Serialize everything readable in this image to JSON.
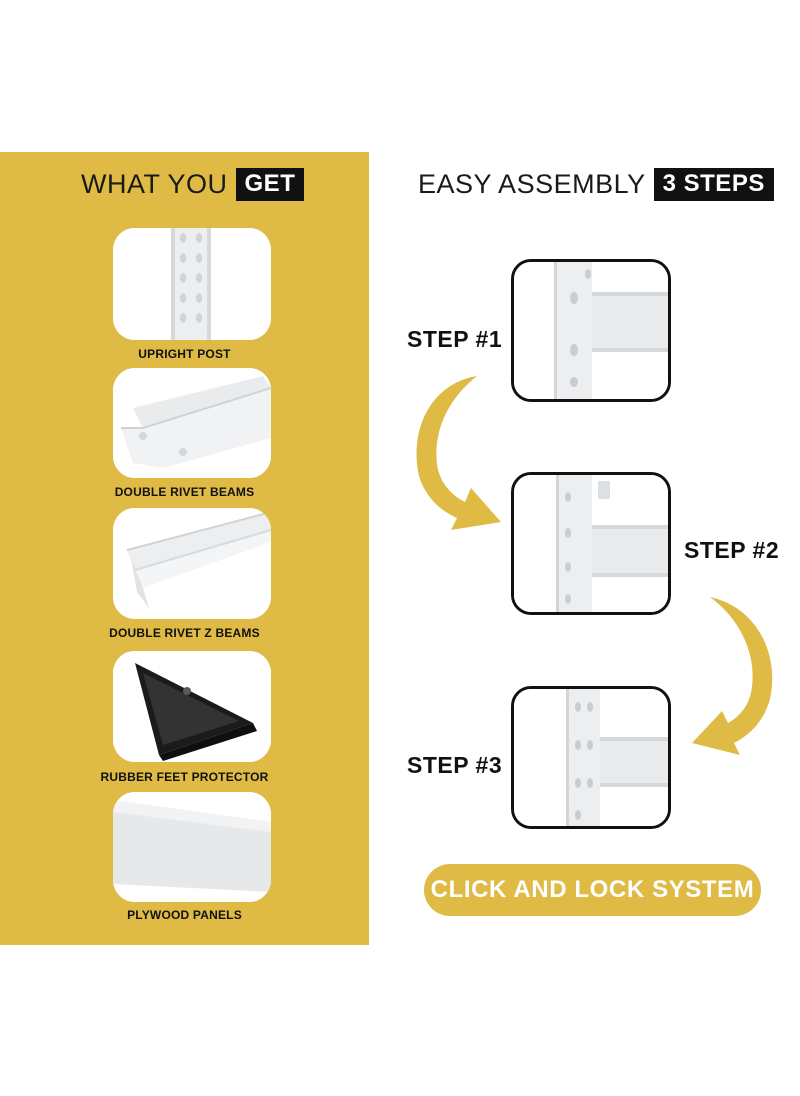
{
  "what_you_get": {
    "title_plain": "WHAT YOU",
    "title_badge": "GET",
    "items": [
      {
        "label": "UPRIGHT POST"
      },
      {
        "label": "DOUBLE RIVET BEAMS"
      },
      {
        "label": "DOUBLE RIVET Z BEAMS"
      },
      {
        "label": "RUBBER FEET PROTECTOR"
      },
      {
        "label": "PLYWOOD PANELS"
      }
    ]
  },
  "assembly": {
    "title_plain": "EASY ASSEMBLY",
    "title_badge": "3 STEPS",
    "steps": [
      {
        "label": "STEP #1"
      },
      {
        "label": "STEP #2"
      },
      {
        "label": "STEP #3"
      }
    ],
    "cta_label": "CLICK AND LOCK SYSTEM"
  },
  "colors": {
    "accent": "#dfbb45",
    "badge_background": "#111111",
    "card_background": "#ffffff"
  }
}
